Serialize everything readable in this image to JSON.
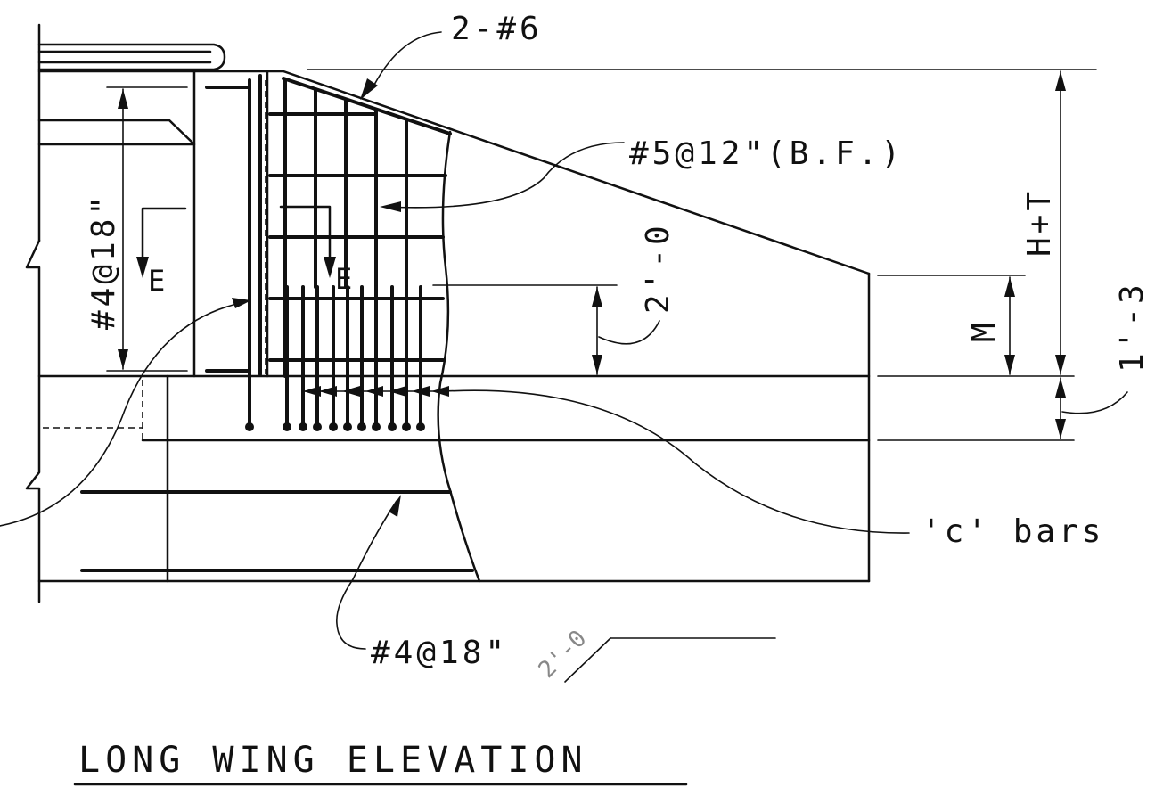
{
  "diagram": {
    "title": "LONG WING ELEVATION",
    "labels": {
      "top_bars": "2-#6",
      "back_face": "#5@12\"(B.F.)",
      "left_vertical": "#4@18\"",
      "bottom_bars": "#4@18\"",
      "section_cut_1": "E",
      "section_cut_2": "E",
      "height_dim": "H+T",
      "m_dim": "M",
      "footing_dim": "1'-3",
      "vert_dim": "2'-0",
      "c_bars": "'c' bars",
      "offset_dim": "2'-0"
    },
    "colors": {
      "ink": "#111111",
      "faint": "#888888"
    }
  }
}
